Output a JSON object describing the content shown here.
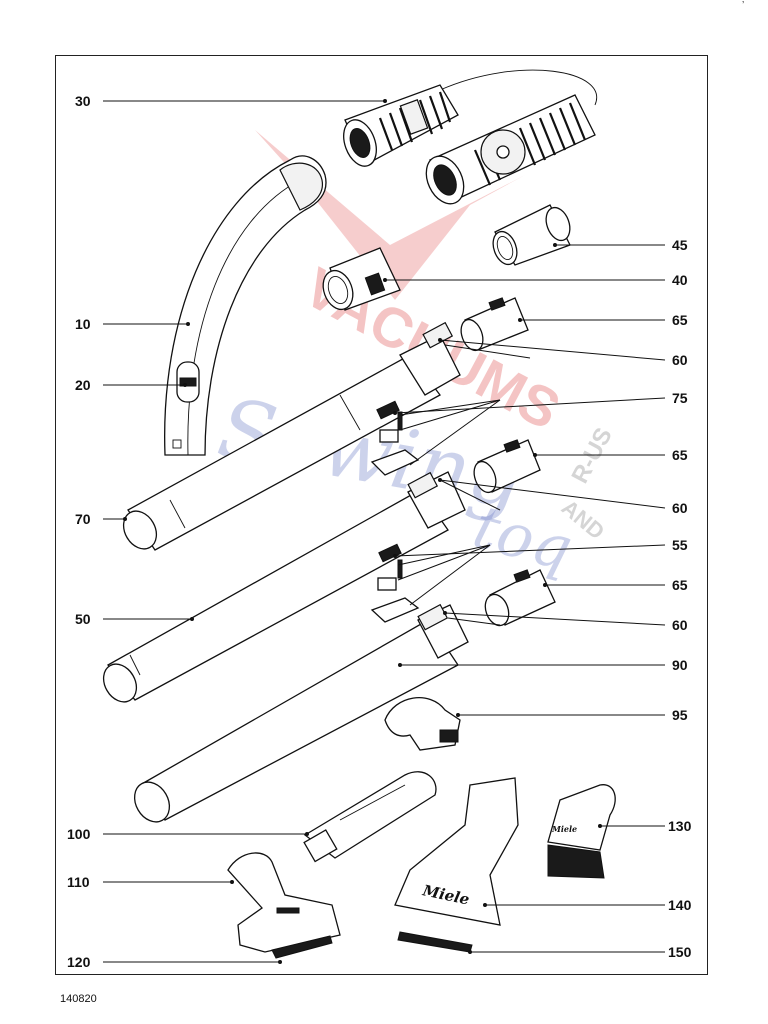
{
  "corner_mark": "’",
  "diagram_code": "140820",
  "watermark": {
    "line1": "VACUUMS",
    "line2": "Sewing",
    "line3": "R-US",
    "line4": "AND",
    "line5": "toq"
  },
  "product_brand": "Miele",
  "callouts": [
    {
      "id": "30",
      "label": "30"
    },
    {
      "id": "45",
      "label": "45"
    },
    {
      "id": "40",
      "label": "40"
    },
    {
      "id": "10",
      "label": "10"
    },
    {
      "id": "65a",
      "label": "65"
    },
    {
      "id": "60a",
      "label": "60"
    },
    {
      "id": "20",
      "label": "20"
    },
    {
      "id": "75",
      "label": "75"
    },
    {
      "id": "65b",
      "label": "65"
    },
    {
      "id": "70",
      "label": "70"
    },
    {
      "id": "60b",
      "label": "60"
    },
    {
      "id": "55",
      "label": "55"
    },
    {
      "id": "65c",
      "label": "65"
    },
    {
      "id": "50",
      "label": "50"
    },
    {
      "id": "60c",
      "label": "60"
    },
    {
      "id": "90",
      "label": "90"
    },
    {
      "id": "95",
      "label": "95"
    },
    {
      "id": "130",
      "label": "130"
    },
    {
      "id": "100",
      "label": "100"
    },
    {
      "id": "110",
      "label": "110"
    },
    {
      "id": "140",
      "label": "140"
    },
    {
      "id": "150",
      "label": "150"
    },
    {
      "id": "120",
      "label": "120"
    }
  ]
}
